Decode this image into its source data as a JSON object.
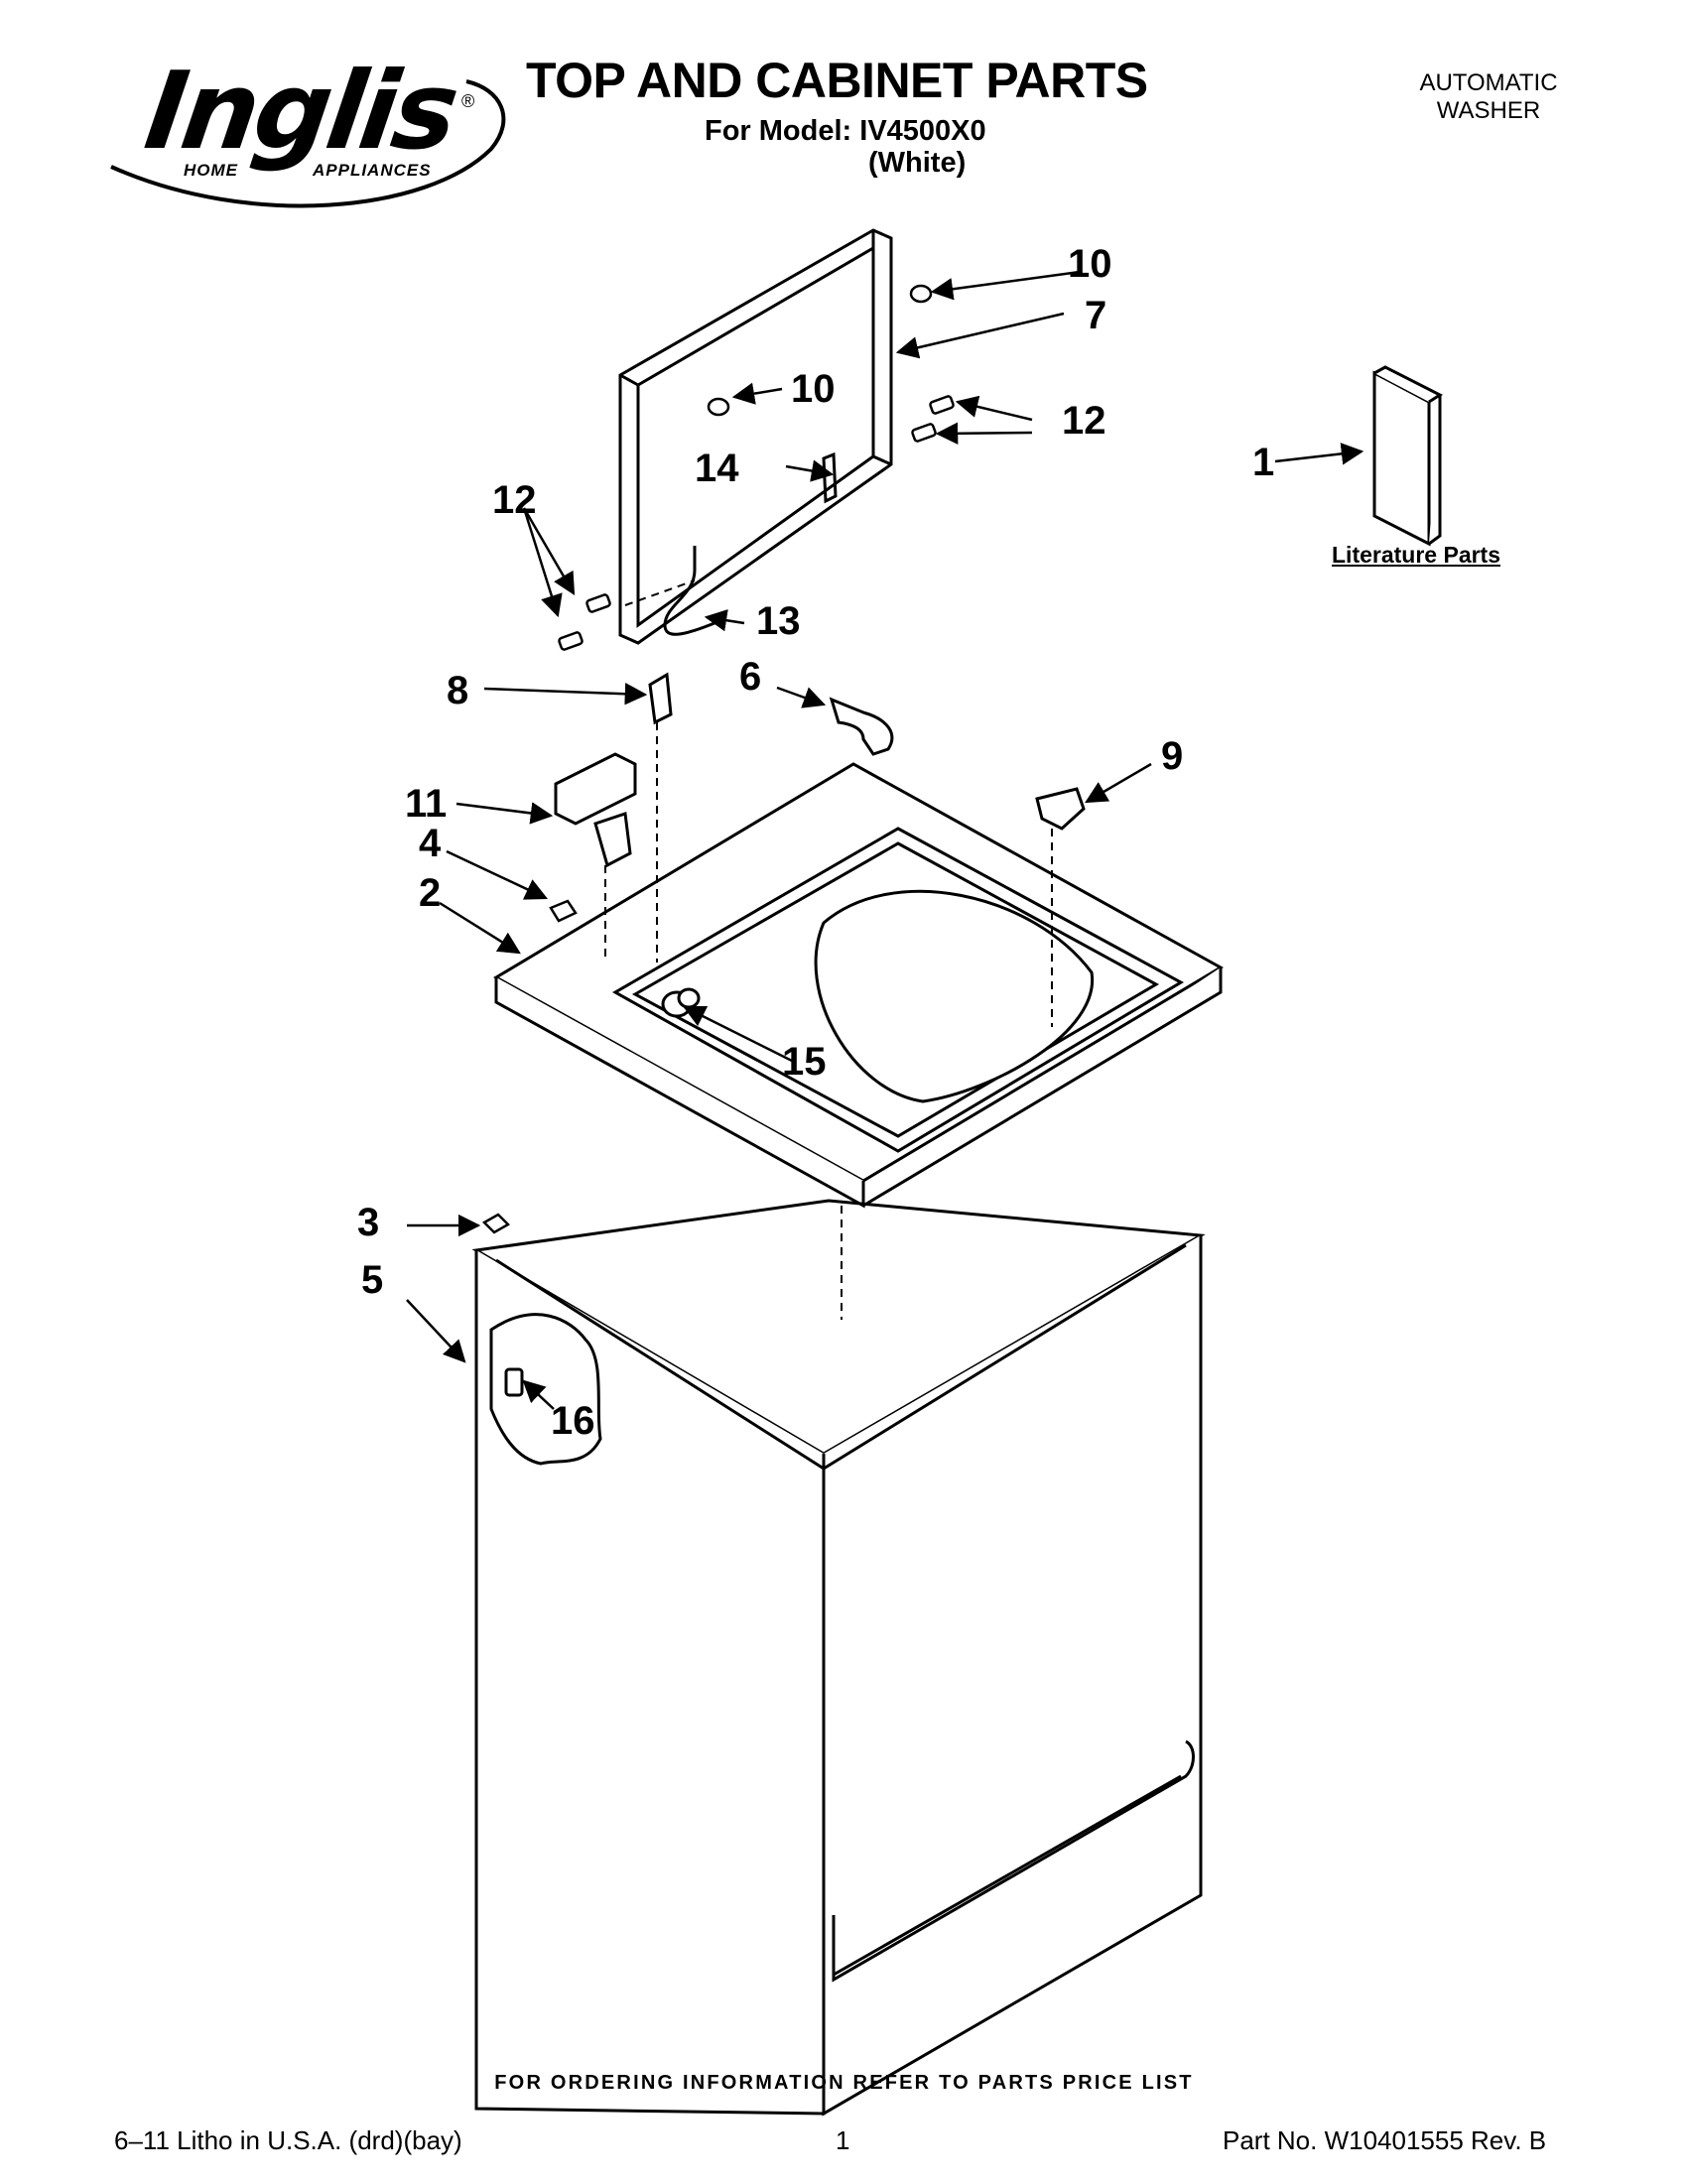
{
  "brand": {
    "logo_text": "Inglis",
    "registered": "®",
    "sub_left": "HOME",
    "sub_right": "APPLIANCES"
  },
  "header": {
    "title": "TOP AND CABINET PARTS",
    "model_line": "For Model: IV4500X0",
    "color_line": "(White)",
    "product_type_line1": "AUTOMATIC",
    "product_type_line2": "WASHER"
  },
  "callouts": {
    "c1": "1",
    "c2": "2",
    "c3": "3",
    "c4": "4",
    "c5": "5",
    "c6": "6",
    "c7": "7",
    "c8": "8",
    "c9": "9",
    "c10a": "10",
    "c10b": "10",
    "c11": "11",
    "c12a": "12",
    "c12b": "12",
    "c13": "13",
    "c14": "14",
    "c15": "15",
    "c16": "16"
  },
  "literature_label": "Literature Parts",
  "footer": {
    "ordering_note": "FOR ORDERING INFORMATION REFER TO PARTS PRICE LIST",
    "litho": "6–11 Litho in U.S.A. (drd)(bay)",
    "page_number": "1",
    "part_number": "Part No. W10401555 Rev. B"
  }
}
